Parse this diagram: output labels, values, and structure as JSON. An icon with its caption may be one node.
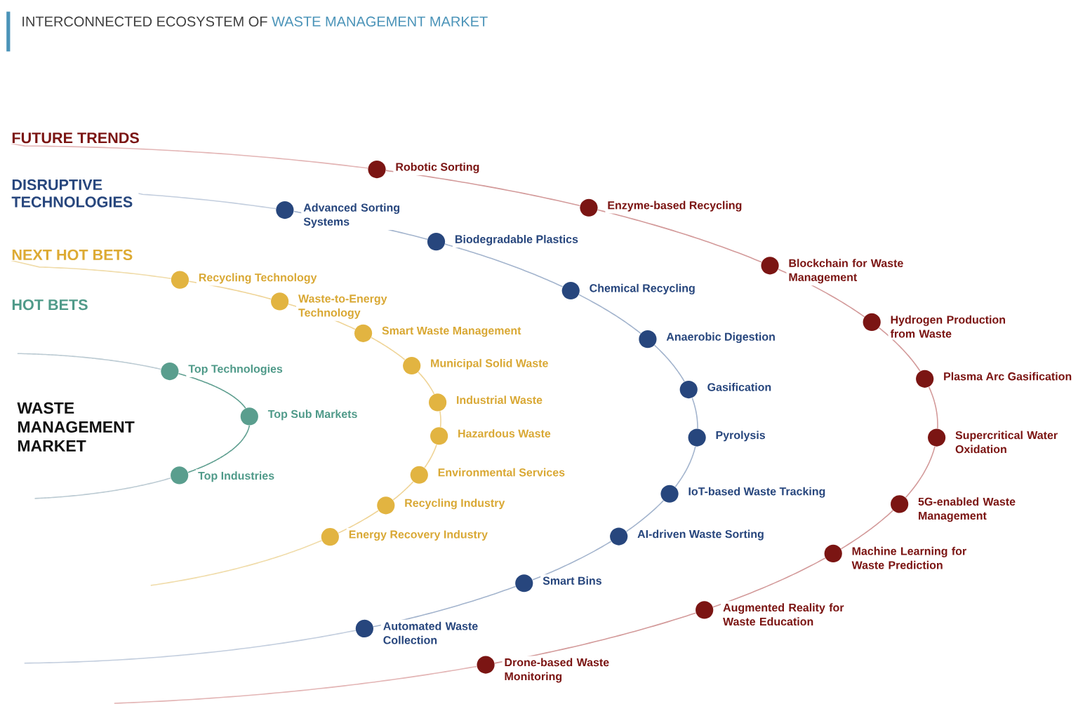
{
  "diagram": {
    "title": "INTERCONNECTED ECOSYSTEM OF **WASTE MANAGEMENT MARKET**",
    "nodes": [
      {
        "text": [
          "FUTURE TRENDS"
        ]
      },
      {
        "text": [
          "Robotic Sorting"
        ]
      },
      {
        "text": [
          "Enzyme-based Recycling"
        ]
      },
      {
        "text": [
          "Blockchain for Waste Management"
        ]
      },
      {
        "text": [
          "Hydrogen Production from Waste"
        ]
      },
      {
        "text": [
          "Plasma Arc Gasification"
        ]
      },
      {
        "text": [
          "Supercritical Water Oxidation"
        ]
      },
      {
        "text": [
          "5G-enabled Waste Management"
        ]
      },
      {
        "text": [
          "Machine Learning for Waste Prediction"
        ]
      },
      {
        "text": [
          "Augmented Reality for Waste Education"
        ]
      },
      {
        "text": [
          "Drone-based Waste Monitoring"
        ]
      },
      {
        "text": [
          "DISRUPTIVE TECHNOLOGIES"
        ]
      },
      {
        "text": [
          "Advanced Sorting Systems"
        ]
      },
      {
        "text": [
          "Biodegradable Plastics"
        ]
      },
      {
        "text": [
          "Chemical Recycling"
        ]
      },
      {
        "text": [
          "Anaerobic Digestion"
        ]
      },
      {
        "text": [
          "Gasification"
        ]
      },
      {
        "text": [
          "Pyrolysis"
        ]
      },
      {
        "text": [
          "IoT-based Waste Tracking"
        ]
      },
      {
        "text": [
          "AI-driven Waste Sorting"
        ]
      },
      {
        "text": [
          "Smart Bins"
        ]
      },
      {
        "text": [
          "Automated Waste Collection"
        ]
      },
      {
        "text": [
          "NEXT HOT BETS"
        ]
      },
      {
        "text": [
          "Recycling Technology"
        ]
      },
      {
        "text": [
          "Waste-to-Energy Technology"
        ]
      },
      {
        "text": [
          "Smart Waste Management"
        ]
      },
      {
        "text": [
          "Municipal Solid Waste"
        ]
      },
      {
        "text": [
          "Industrial Waste"
        ]
      },
      {
        "text": [
          "Hazardous Waste"
        ]
      },
      {
        "text": [
          "Environmental Services"
        ]
      },
      {
        "text": [
          "Recycling Industry"
        ]
      },
      {
        "text": [
          "Energy Recovery Industry"
        ]
      },
      {
        "text": [
          "Top Technologies"
        ]
      },
      {
        "text": [
          "Top Sub Markets"
        ]
      },
      {
        "text": [
          "Top Industries"
        ]
      }
    ],
    "edges": [
      {
        "from": 0,
        "to": 1,
        "arrow": "none",
        "color": "#e3b5b5"
      },
      {
        "from": 1,
        "to": 2,
        "arrow": "none",
        "color": "#d39a9a"
      },
      {
        "from": 2,
        "to": 3,
        "arrow": "none",
        "color": "#d39a9a"
      },
      {
        "from": 3,
        "to": 4,
        "arrow": "none",
        "color": "#d39a9a"
      },
      {
        "from": 4,
        "to": 5,
        "arrow": "none",
        "color": "#d39a9a"
      },
      {
        "from": 5,
        "to": 6,
        "arrow": "none",
        "color": "#d39a9a"
      },
      {
        "from": 6,
        "to": 7,
        "arrow": "none",
        "color": "#d39a9a"
      },
      {
        "from": 7,
        "to": 8,
        "arrow": "none",
        "color": "#d39a9a"
      },
      {
        "from": 8,
        "to": 9,
        "arrow": "none",
        "color": "#d39a9a"
      },
      {
        "from": 9,
        "to": 10,
        "arrow": "none",
        "color": "#d39a9a"
      },
      {
        "from": 10,
        "to": null,
        "arrow": "none",
        "color": "#e3b5b5"
      },
      {
        "from": 11,
        "to": 12,
        "arrow": "none",
        "color": "#c3cede"
      },
      {
        "from": 12,
        "to": 13,
        "arrow": "none",
        "color": "#a3b4cd"
      },
      {
        "from": 13,
        "to": 14,
        "arrow": "none",
        "color": "#a3b4cd"
      },
      {
        "from": 14,
        "to": 15,
        "arrow": "none",
        "color": "#a3b4cd"
      },
      {
        "from": 15,
        "to": 16,
        "arrow": "none",
        "color": "#a3b4cd"
      },
      {
        "from": 16,
        "to": 17,
        "arrow": "none",
        "color": "#a3b4cd"
      },
      {
        "from": 17,
        "to": 18,
        "arrow": "none",
        "color": "#a3b4cd"
      },
      {
        "from": 18,
        "to": 19,
        "arrow": "none",
        "color": "#a3b4cd"
      },
      {
        "from": 19,
        "to": 20,
        "arrow": "none",
        "color": "#a3b4cd"
      },
      {
        "from": 20,
        "to": 21,
        "arrow": "none",
        "color": "#a3b4cd"
      },
      {
        "from": 21,
        "to": null,
        "arrow": "none",
        "color": "#c3cede"
      },
      {
        "from": 22,
        "to": 23,
        "arrow": "none",
        "color": "#f0dcaa"
      },
      {
        "from": 23,
        "to": 24,
        "arrow": "none",
        "color": "#efd497"
      },
      {
        "from": 24,
        "to": 25,
        "arrow": "none",
        "color": "#efd497"
      },
      {
        "from": 25,
        "to": 26,
        "arrow": "none",
        "color": "#efd497"
      },
      {
        "from": 26,
        "to": 27,
        "arrow": "none",
        "color": "#efd497"
      },
      {
        "from": 27,
        "to": 28,
        "arrow": "none",
        "color": "#efd497"
      },
      {
        "from": 28,
        "to": 29,
        "arrow": "none",
        "color": "#efd497"
      },
      {
        "from": 29,
        "to": 30,
        "arrow": "none",
        "color": "#efd497"
      },
      {
        "from": 30,
        "to": 31,
        "arrow": "none",
        "color": "#efd497"
      },
      {
        "from": 31,
        "to": null,
        "arrow": "none",
        "color": "#f0dcaa"
      },
      {
        "from": null,
        "to": 32,
        "arrow": "none",
        "color": "#bccbd3"
      },
      {
        "from": 32,
        "to": 33,
        "arrow": "none",
        "color": "#5f9f90"
      },
      {
        "from": 33,
        "to": 34,
        "arrow": "none",
        "color": "#5f9f90"
      },
      {
        "from": 34,
        "to": null,
        "arrow": "none",
        "color": "#bccbd3"
      }
    ],
    "labels": [
      "HOT BETS",
      "WASTE MANAGEMENT MARKET"
    ]
  }
}
